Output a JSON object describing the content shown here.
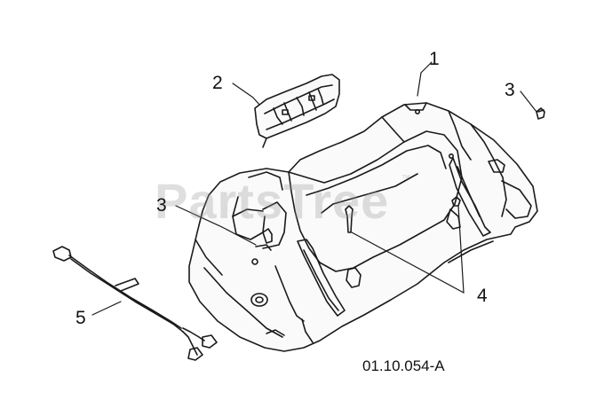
{
  "diagram": {
    "callouts": [
      {
        "id": "1",
        "label": "1"
      },
      {
        "id": "2",
        "label": "2"
      },
      {
        "id": "3a",
        "label": "3"
      },
      {
        "id": "3b",
        "label": "3"
      },
      {
        "id": "4",
        "label": "4"
      },
      {
        "id": "5",
        "label": "5"
      }
    ],
    "drawing_id": "01.10.054-A",
    "watermark": "PartsTree",
    "watermark_mark": "™"
  }
}
